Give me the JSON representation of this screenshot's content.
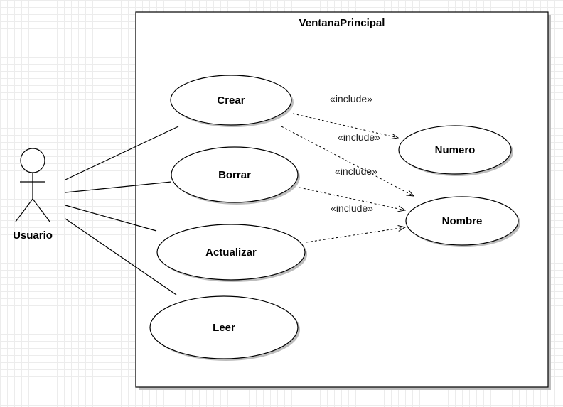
{
  "system": {
    "title": "VentanaPrincipal"
  },
  "actor": {
    "name": "Usuario"
  },
  "use_cases": {
    "crear": "Crear",
    "borrar": "Borrar",
    "actualizar": "Actualizar",
    "leer": "Leer",
    "numero": "Numero",
    "nombre": "Nombre"
  },
  "relations": {
    "crear_numero": "«include»",
    "crear_nombre": "«include»",
    "borrar_nombre": "«include»",
    "actualizar_nombre": "«include»"
  },
  "colors": {
    "stroke": "#000000",
    "shadow": "#bdbdbd",
    "fill": "#ffffff"
  }
}
